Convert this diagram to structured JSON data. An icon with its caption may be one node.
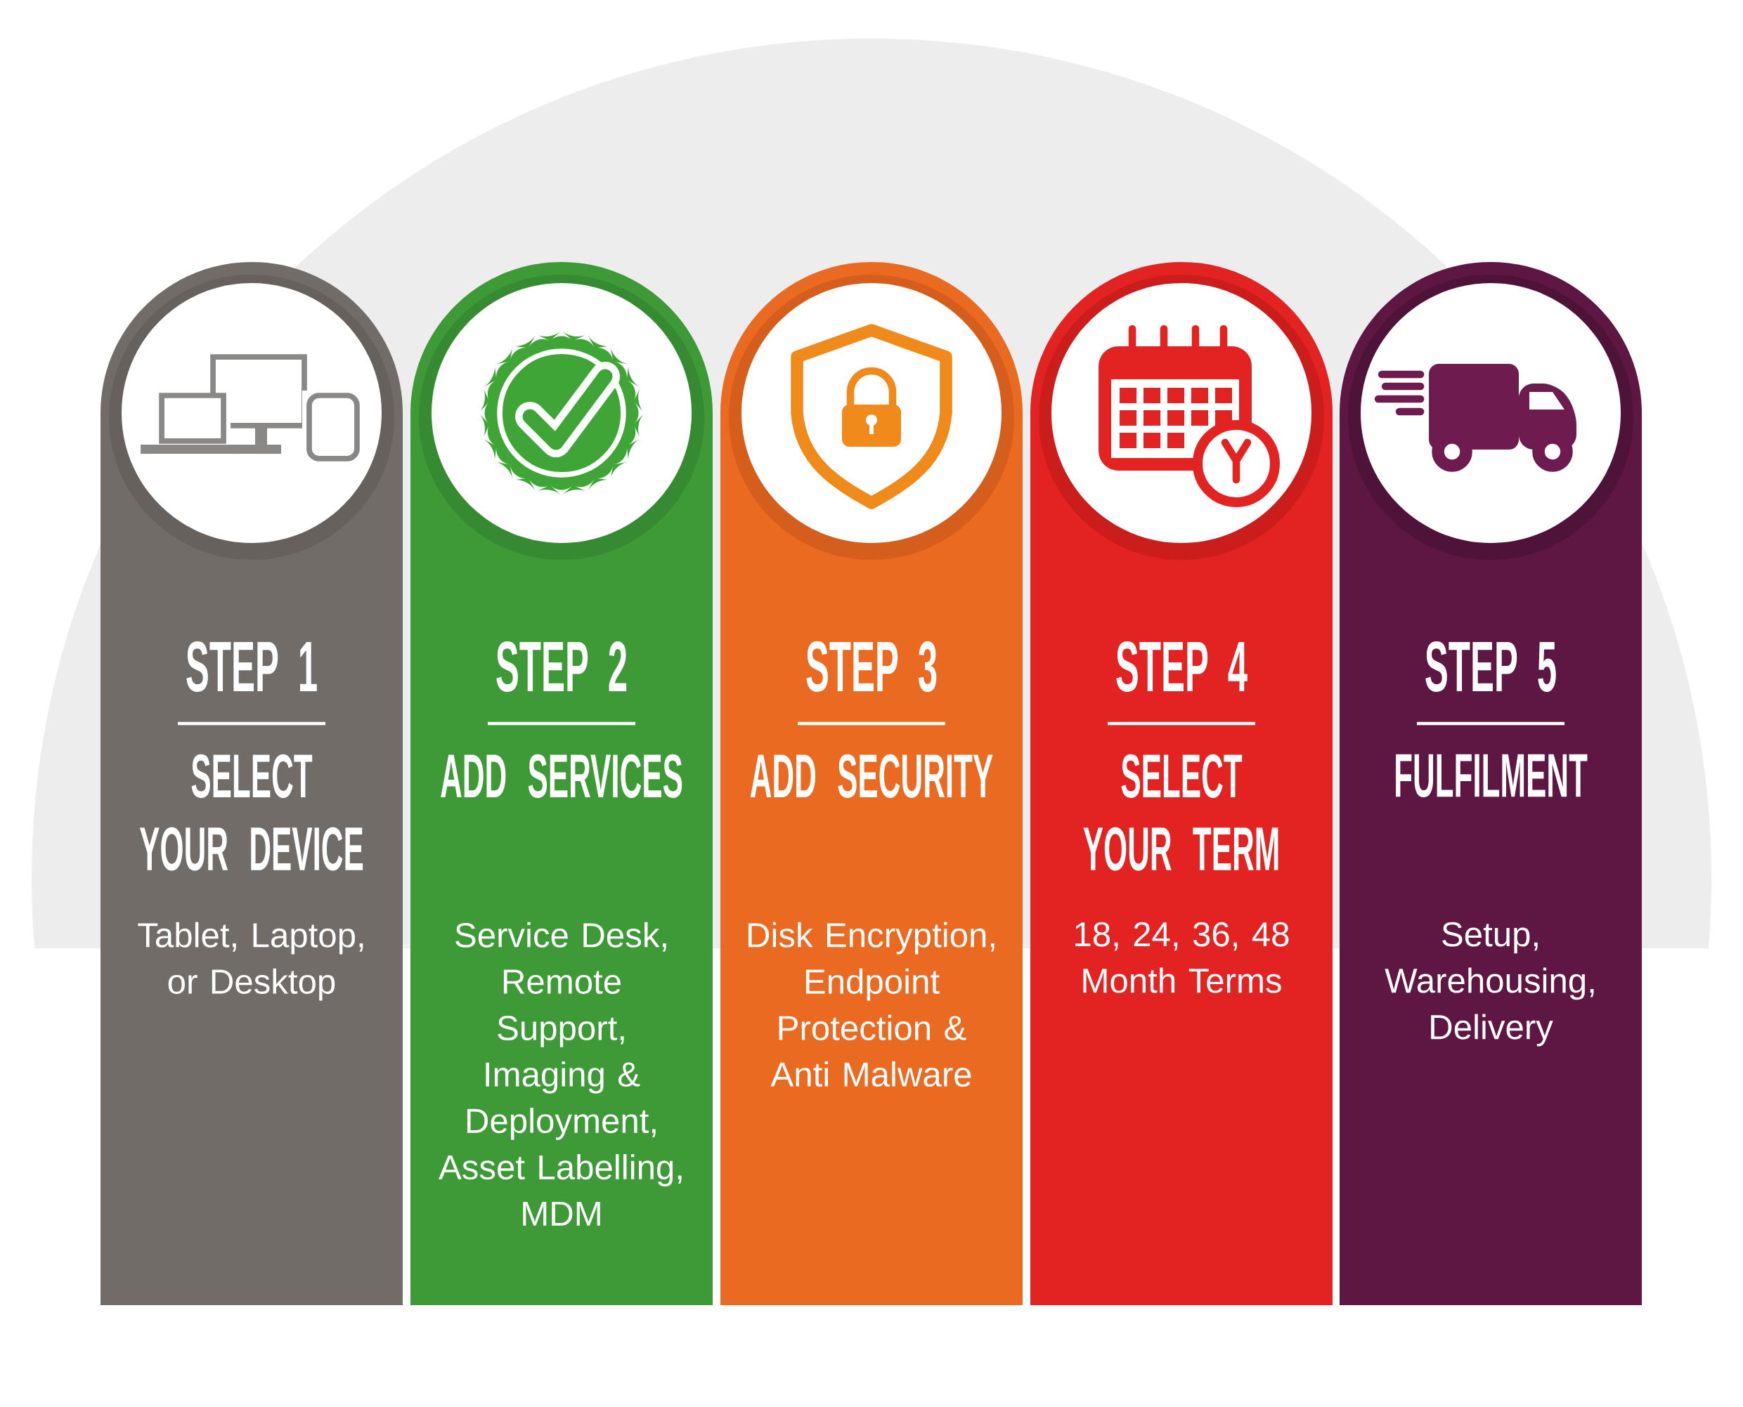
{
  "diagram": {
    "nodes": [
      {
        "text": [
          "STEP 1",
          "SELECT YOUR DEVICE",
          "Tablet, Laptop, or Desktop"
        ]
      },
      {
        "text": [
          "STEP 2",
          "ADD SERVICES",
          "Service Desk, Remote Support, Imaging & Deployment, Asset Labelling, MDM"
        ]
      },
      {
        "text": [
          "STEP 3",
          "ADD SECURITY",
          "Disk Encryption, Endpoint Protection & Anti Malware"
        ]
      },
      {
        "text": [
          "STEP 4",
          "SELECT YOUR TERM",
          "18, 24, 36, 48 Month Terms"
        ]
      },
      {
        "text": [
          "STEP 5",
          "FULFILMENT",
          "Setup, Warehousing, Delivery"
        ]
      }
    ]
  }
}
